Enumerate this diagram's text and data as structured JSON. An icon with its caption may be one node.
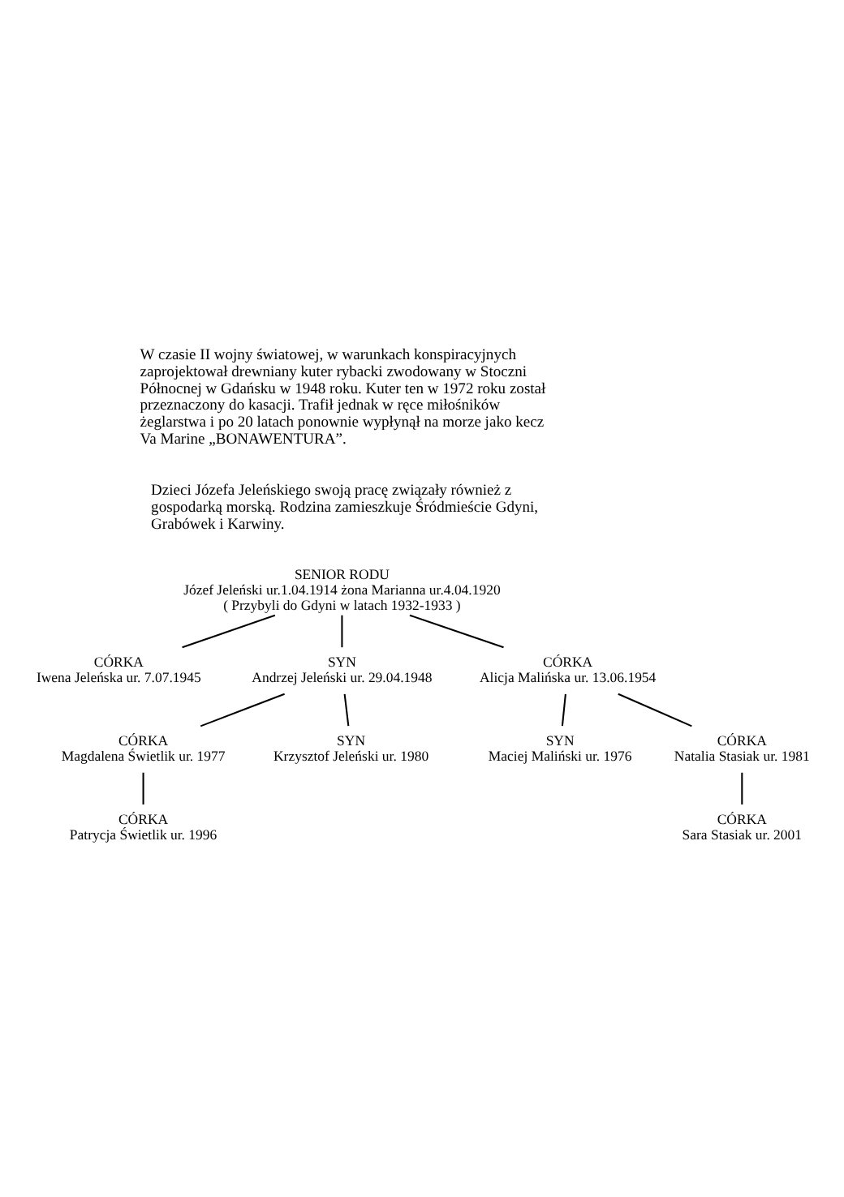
{
  "diagram": {
    "nodes": [
      {
        "text": [
          "SENIOR RODU",
          "Józef Jeleński ur.1.04.1914 żona Marianna ur.4.04.1920",
          "( Przybyli do Gdyni w latach 1932-1933 )"
        ]
      },
      {
        "text": [
          "CÓRKA",
          "Iwena Jeleńska ur. 7.07.1945"
        ]
      },
      {
        "text": [
          "SYN",
          "Andrzej Jeleński ur. 29.04.1948"
        ]
      },
      {
        "text": [
          "CÓRKA",
          "Alicja Malińska ur. 13.06.1954"
        ]
      },
      {
        "text": [
          "CÓRKA",
          "Magdalena Świetlik ur. 1977"
        ]
      },
      {
        "text": [
          "SYN",
          "Krzysztof Jeleński ur. 1980"
        ]
      },
      {
        "text": [
          "SYN",
          "Maciej Maliński ur. 1976"
        ]
      },
      {
        "text": [
          "CÓRKA",
          "Natalia Stasiak ur. 1981"
        ]
      },
      {
        "text": [
          "CÓRKA",
          "Patrycja Świetlik ur. 1996"
        ]
      },
      {
        "text": [
          "CÓRKA",
          "Sara Stasiak ur. 2001"
        ]
      }
    ],
    "edges": [
      {
        "from": 0,
        "to": 1,
        "arrow": "none"
      },
      {
        "from": 0,
        "to": 2,
        "arrow": "none"
      },
      {
        "from": 0,
        "to": 3,
        "arrow": "none"
      },
      {
        "from": 2,
        "to": 4,
        "arrow": "none"
      },
      {
        "from": 2,
        "to": 5,
        "arrow": "none"
      },
      {
        "from": 3,
        "to": 6,
        "arrow": "none"
      },
      {
        "from": 3,
        "to": 7,
        "arrow": "none"
      },
      {
        "from": 4,
        "to": 8,
        "arrow": "none"
      },
      {
        "from": 7,
        "to": 9,
        "arrow": "none"
      }
    ],
    "labels": [
      "W czasie II wojny światowej, w warunkach konspiracyjnych zaprojektował drewniany kuter rybacki zwodowany w Stoczni Północnej w Gdańsku w 1948 roku. Kuter ten w 1972 roku został przeznaczony do kasacji. Trafił jednak w ręce miłośników żeglarstwa i po 20 latach ponownie wypłynął na morze jako kecz Va Marine „BONAWENTURA”.",
      "Dzieci Józefa Jeleńskiego swoją pracę związały również z gospodarką morską. Rodzina zamieszkuje Śródmieście Gdyni, Grabówek i Karwiny."
    ]
  }
}
